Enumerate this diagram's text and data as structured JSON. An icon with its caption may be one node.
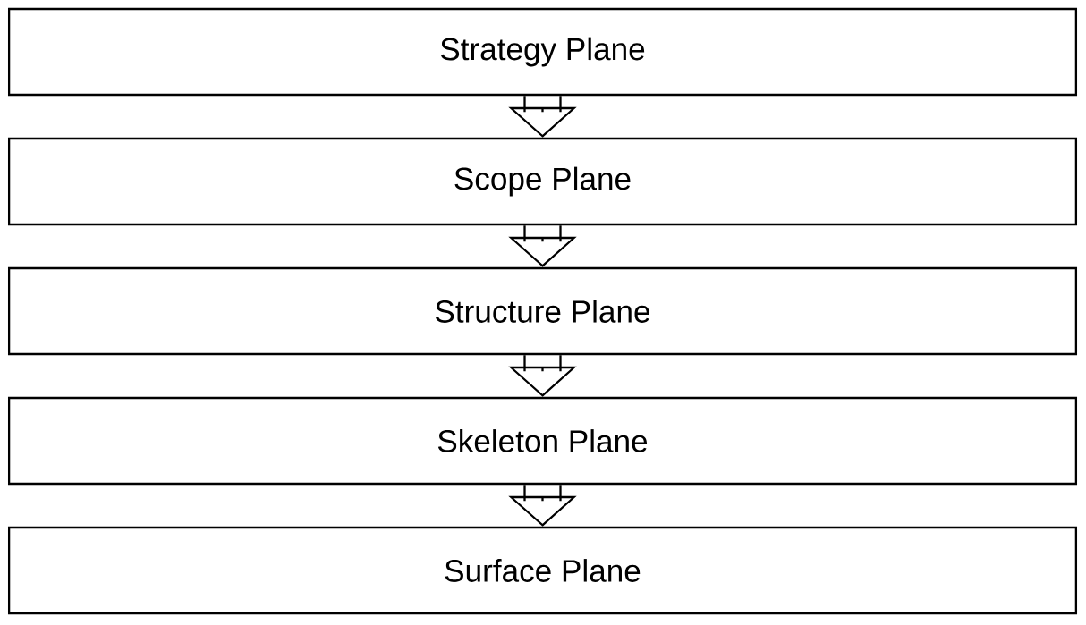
{
  "diagram": {
    "nodes": [
      {
        "text": [
          "Strategy Plane"
        ]
      },
      {
        "text": [
          "Scope Plane"
        ]
      },
      {
        "text": [
          "Structure Plane"
        ]
      },
      {
        "text": [
          "Skeleton Plane"
        ]
      },
      {
        "text": [
          "Surface Plane"
        ]
      }
    ],
    "edges": [
      {
        "from": 0,
        "to": 1,
        "arrow": "to"
      },
      {
        "from": 1,
        "to": 2,
        "arrow": "to"
      },
      {
        "from": 2,
        "to": 3,
        "arrow": "to"
      },
      {
        "from": 3,
        "to": 4,
        "arrow": "to"
      }
    ]
  }
}
